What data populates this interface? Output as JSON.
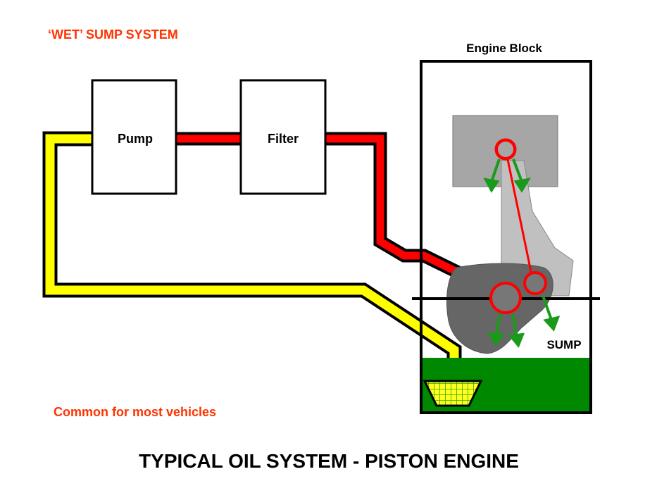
{
  "labels": {
    "subtitle_top": "‘WET’ SUMP SYSTEM",
    "engine_block": "Engine Block",
    "pump": "Pump",
    "filter": "Filter",
    "sump": "SUMP",
    "note": "Common for most vehicles",
    "title": "TYPICAL OIL SYSTEM - PISTON ENGINE"
  },
  "colors": {
    "accent_text": "#ff3300",
    "pressure_line": "#ff0000",
    "suction_line": "#ffff00",
    "oil": "#008800",
    "oil_flow_arrow": "#22aa22",
    "piston": "#a6a6a6",
    "crank": "#666666",
    "con_rod": "#c0c0c0"
  },
  "icons": {
    "pickup_strainer": "strainer-icon",
    "flow_arrows": "arrow-icon"
  }
}
